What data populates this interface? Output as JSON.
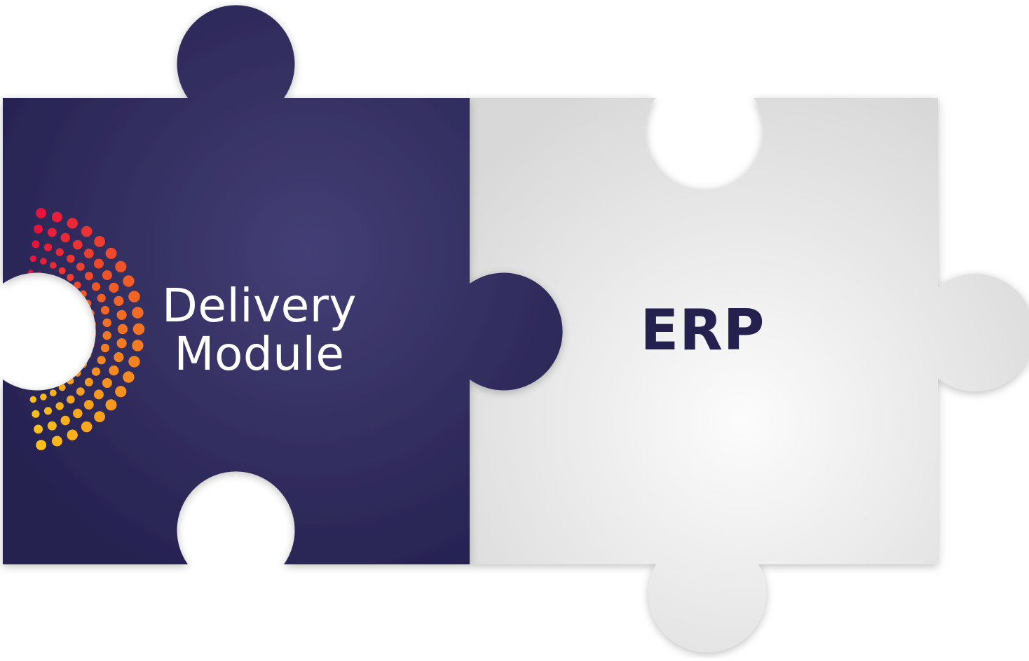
{
  "pieces": {
    "delivery": {
      "line1": "Delivery",
      "line2": "Module",
      "fill_dark": "#25214f",
      "fill_light": "#443f75",
      "text_color": "#ffffff"
    },
    "erp": {
      "label": "ERP",
      "fill_light": "#fcfcfc",
      "fill_dark": "#d8d8d8",
      "text_color": "#25214f"
    }
  },
  "decoration": {
    "dot_colors": [
      "#e8133b",
      "#f25a26",
      "#f58c1f",
      "#fbbf1b"
    ]
  }
}
